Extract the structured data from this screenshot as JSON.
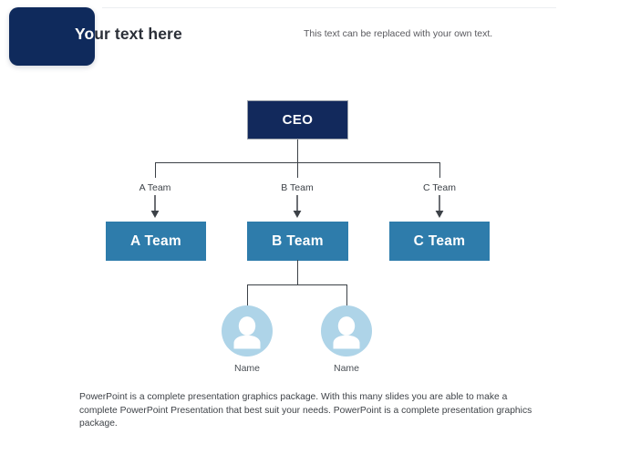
{
  "header": {
    "title": "Your text here",
    "title_overlap_prefix": "Y",
    "subtitle": "This text can be replaced with your own text."
  },
  "colors": {
    "navy": "#12295c",
    "badge_navy": "#0f2a5c",
    "steel_blue": "#2e7cab",
    "avatar_blue": "#aed4e8",
    "line": "#3c4147",
    "body_text": "#3f4348"
  },
  "chart_data": {
    "type": "diagram",
    "title": "Organization Chart",
    "root": {
      "label": "CEO"
    },
    "branch_labels": [
      "A Team",
      "B Team",
      "C Team"
    ],
    "branches": [
      {
        "label": "A Team",
        "connector_label": "A Team"
      },
      {
        "label": "B Team",
        "connector_label": "B Team"
      },
      {
        "label": "C Team",
        "connector_label": "C Team"
      }
    ],
    "leaves": [
      {
        "label": "Name",
        "icon": "person-avatar-icon",
        "parent": "B Team"
      },
      {
        "label": "Name",
        "icon": "person-avatar-icon",
        "parent": "B Team"
      }
    ]
  },
  "footer": {
    "paragraph": "PowerPoint is a complete presentation graphics package. With this many slides you are able to make a complete PowerPoint Presentation that best suit your needs. PowerPoint is a complete presentation graphics package."
  }
}
